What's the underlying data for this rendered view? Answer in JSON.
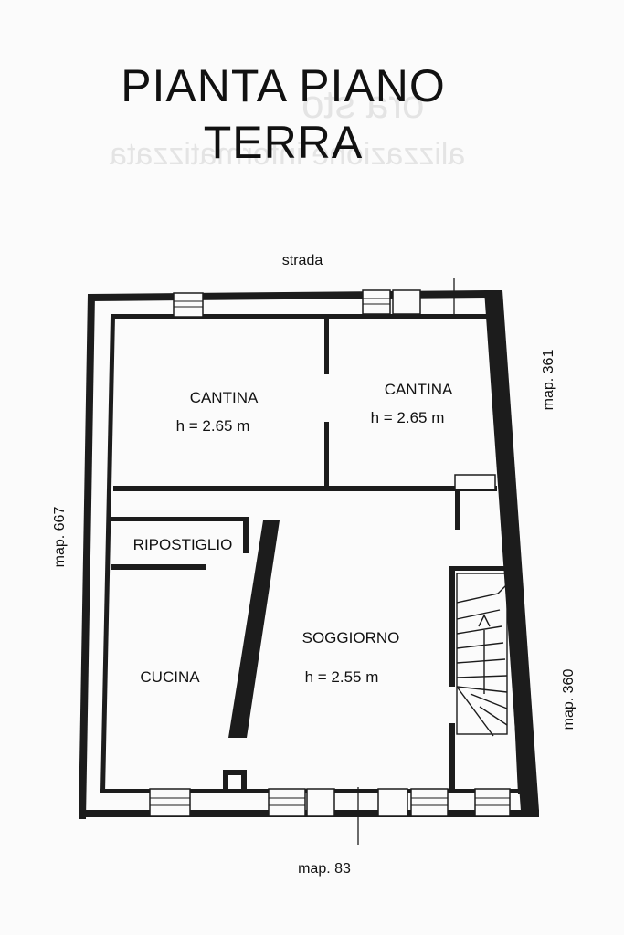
{
  "title": {
    "line1": "PIANTA PIANO",
    "line2": "TERRA"
  },
  "labels": {
    "top_road": "strada",
    "right_upper": "map. 361",
    "right_lower": "map. 360",
    "left": "map. 667",
    "bottom": "map. 83"
  },
  "rooms": [
    {
      "name": "CANTINA",
      "height": "h = 2.65 m"
    },
    {
      "name": "CANTINA",
      "height": "h = 2.65 m"
    },
    {
      "name": "RIPOSTIGLIO"
    },
    {
      "name": "CUCINA"
    },
    {
      "name": "SOGGIORNO",
      "height": "h = 2.55 m"
    }
  ]
}
